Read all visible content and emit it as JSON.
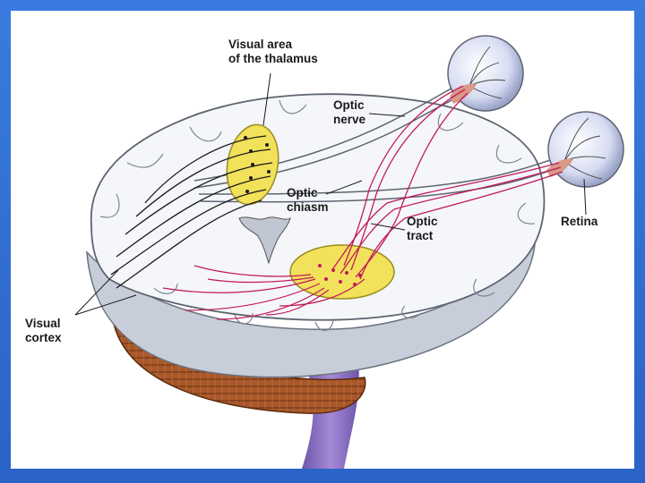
{
  "labels": {
    "thalamus": [
      "Visual area",
      "of the thalamus"
    ],
    "optic_nerve": [
      "Optic",
      "nerve"
    ],
    "optic_chiasm": [
      "Optic",
      "chiasm"
    ],
    "optic_tract": [
      "Optic",
      "tract"
    ],
    "retina": [
      "Retina"
    ],
    "visual_cortex": [
      "Visual",
      "cortex"
    ]
  },
  "colors": {
    "background_frame": "#2f6fd1",
    "brain_tissue": "#f2f4f8",
    "brain_shadow": "#bfc6d2",
    "cerebellum": "#a8582a",
    "brainstem": "#8a6fc0",
    "thalamus_region": "#f2e15a",
    "nerve_fibers": "#c2185b",
    "eyeball": "#d7dcf2"
  }
}
